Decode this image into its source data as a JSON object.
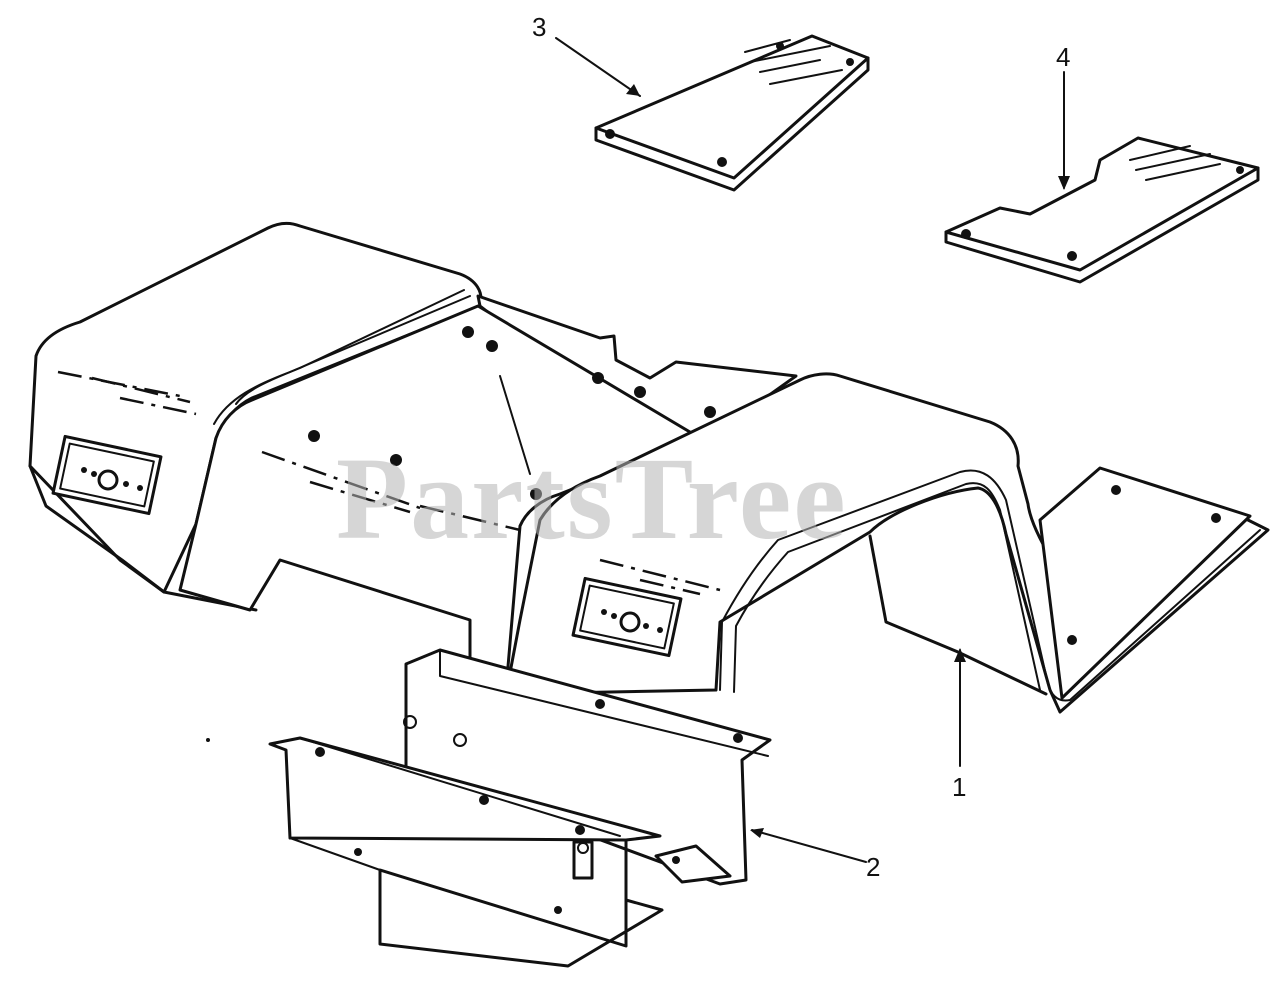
{
  "diagram": {
    "callouts": [
      {
        "id": "1",
        "label": "1"
      },
      {
        "id": "2",
        "label": "2"
      },
      {
        "id": "3",
        "label": "3"
      },
      {
        "id": "4",
        "label": "4"
      }
    ],
    "watermark": "PartsTree"
  }
}
